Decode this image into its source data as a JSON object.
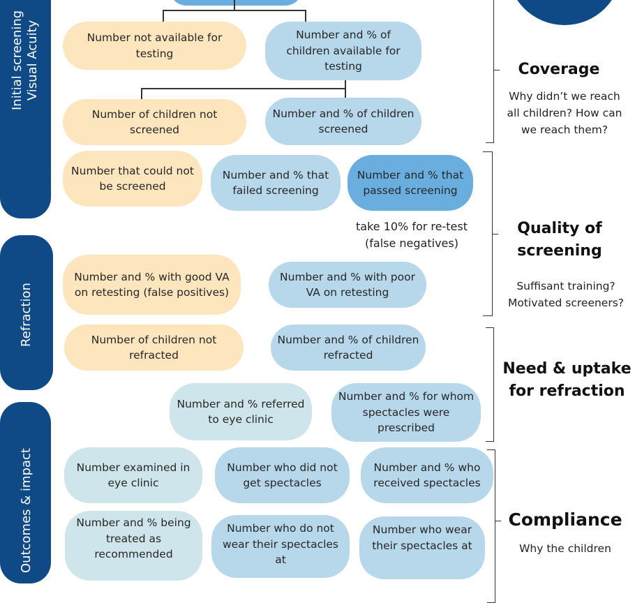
{
  "tabs": {
    "screening": "Initial screening\nVisual Acuity",
    "refraction": "Refraction",
    "outcomes": "Outcomes & impact"
  },
  "nodes": {
    "not_available": "Number not available for testing",
    "available": "Number and % of children available for testing",
    "not_screened": "Number of children not screened",
    "screened": "Number and % of children screened",
    "could_not_screen": "Number that could not be screened",
    "failed": "Number and % that failed screening",
    "passed": "Number and % that passed screening",
    "good_va": "Number and % with good VA on retesting (false positives)",
    "poor_va": "Number and % with poor VA on retesting",
    "not_refracted": "Number of children not refracted",
    "refracted": "Number and % of children refracted",
    "referred": "Number and % referred to eye clinic",
    "prescribed": "Number and % for whom spectacles were prescribed",
    "examined": "Number examined in eye clinic",
    "did_not_get": "Number who did not get spectacles",
    "received": "Number and % who received spectacles",
    "being_treated": "Number and % being treated as recommended",
    "do_not_wear": "Number who do not wear their spectacles at",
    "wear": "Number who wear their spectacles at"
  },
  "retest_note": "take 10% for re-test\n(false negatives)",
  "sections": {
    "coverage": {
      "title": "Coverage",
      "desc": "Why didn’t we reach all children? How can we reach them?"
    },
    "quality": {
      "title": "Quality of screening",
      "desc": "Suffisant training? Motivated screeners?"
    },
    "need": {
      "title": "Need & uptake for refraction",
      "desc": ""
    },
    "compliance": {
      "title": "Compliance",
      "desc": "Why the children"
    }
  },
  "colors": {
    "tab": "#0f4a86",
    "not_reached": "#fde6be",
    "reached": "#b7d8ea",
    "passed": "#6aaee0",
    "clinic": "#cfe5ec"
  },
  "icons": [
    "logo-circle-icon"
  ]
}
